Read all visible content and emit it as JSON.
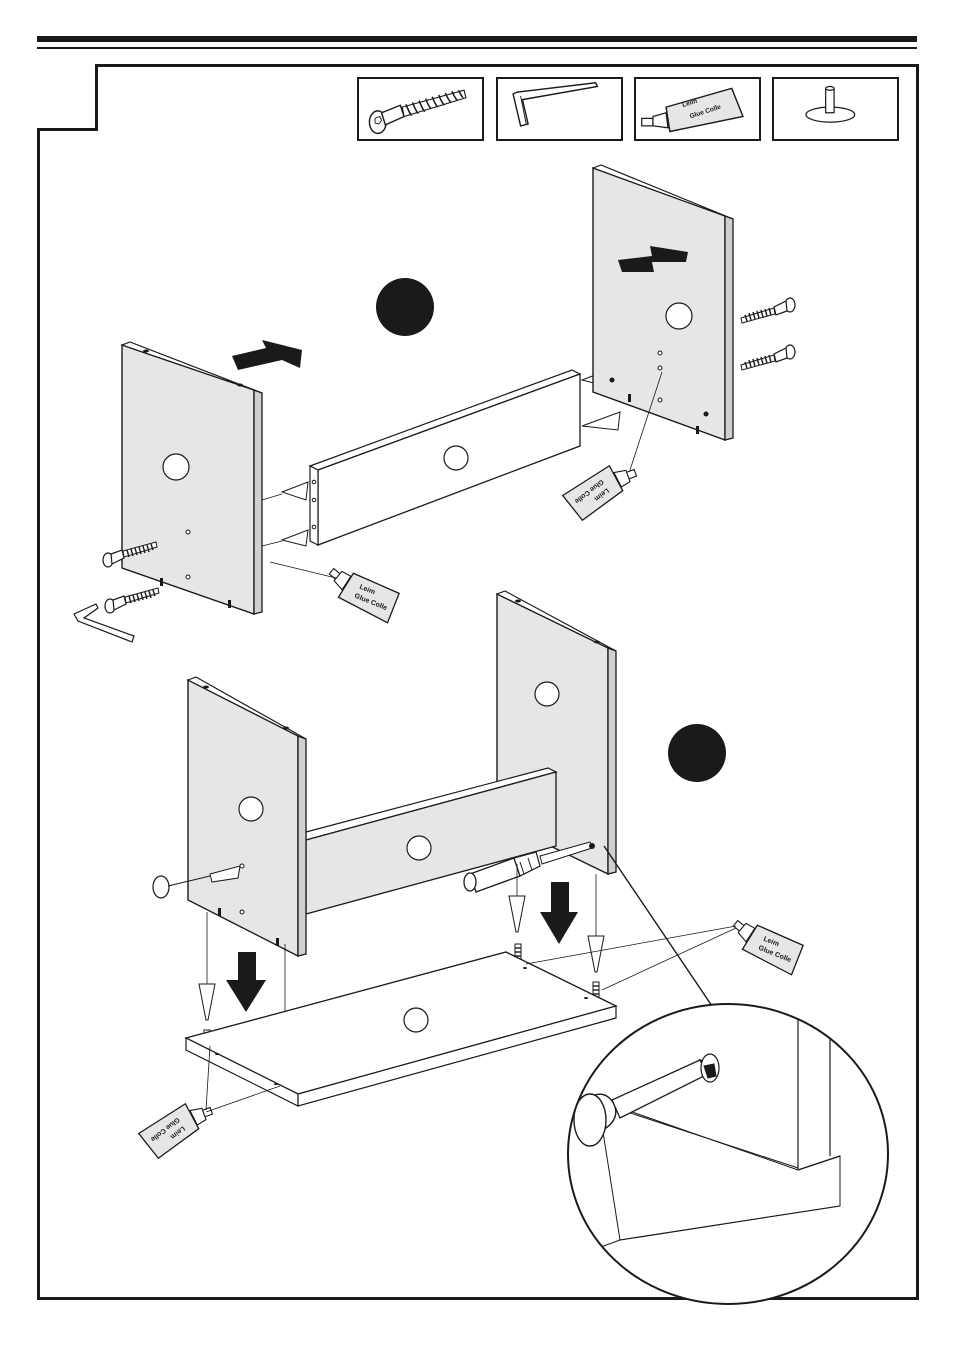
{
  "page": {
    "step_number": ""
  },
  "hardware": [
    {
      "id": "confirmat-screw",
      "icon": "screw-icon"
    },
    {
      "id": "allen-key",
      "icon": "allen-key-icon"
    },
    {
      "id": "glue",
      "icon": "glue-tube-icon",
      "label_line1": "Leim",
      "label_line2": "Glue Colle"
    },
    {
      "id": "dowel-cap",
      "icon": "dowel-cap-icon"
    }
  ],
  "glue_tube_text": {
    "line1": "Leim",
    "line2": "Glue Colle"
  },
  "colors": {
    "ink": "#1a1a1a",
    "panel": "#e6e6e6",
    "panel_edge": "#cfcfcf",
    "white": "#ffffff"
  }
}
